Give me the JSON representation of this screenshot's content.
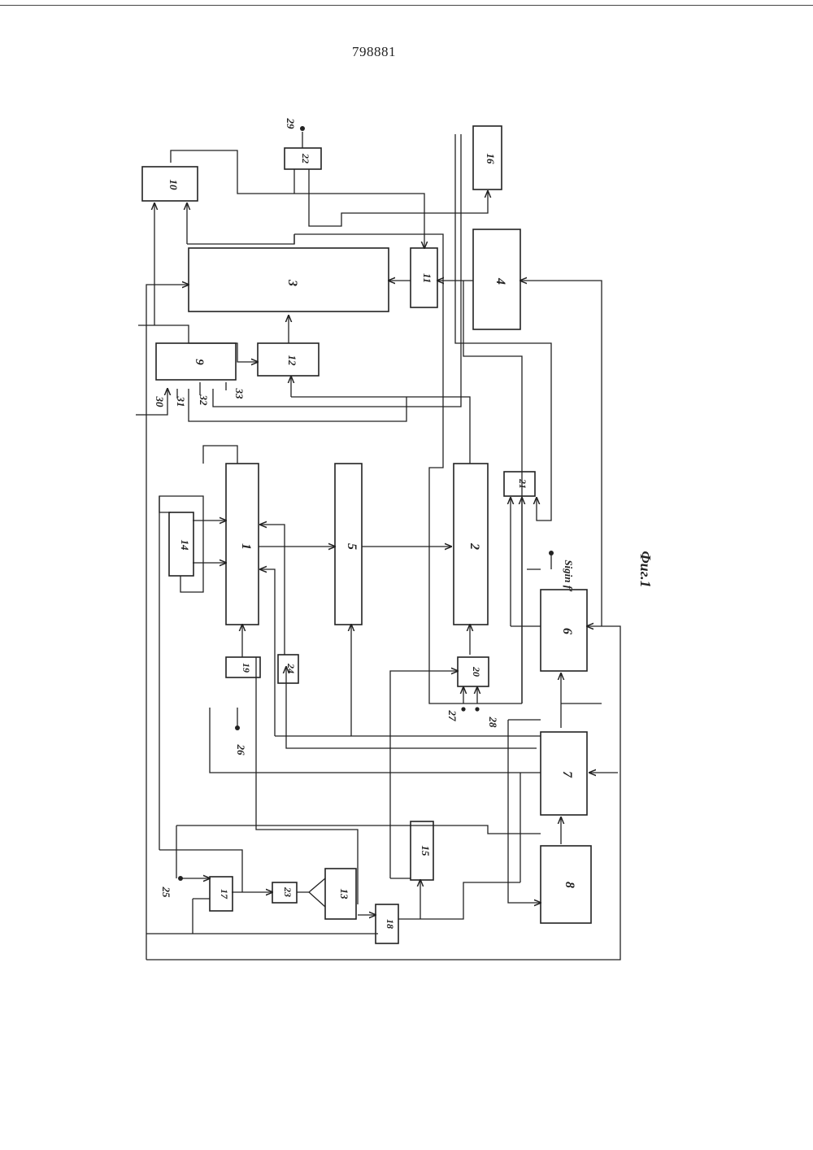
{
  "document": {
    "patent_number": "798881",
    "figure_caption": "Фиг.1",
    "signal_label": "Sigin f'"
  },
  "blocks": [
    {
      "id": "b1",
      "label": "1"
    },
    {
      "id": "b2",
      "label": "2"
    },
    {
      "id": "b3",
      "label": "3"
    },
    {
      "id": "b4",
      "label": "4"
    },
    {
      "id": "b5",
      "label": "5"
    },
    {
      "id": "b6",
      "label": "6"
    },
    {
      "id": "b7",
      "label": "7"
    },
    {
      "id": "b8",
      "label": "8"
    },
    {
      "id": "b9",
      "label": "9"
    },
    {
      "id": "b10",
      "label": "10"
    },
    {
      "id": "b11",
      "label": "11"
    },
    {
      "id": "b12",
      "label": "12"
    },
    {
      "id": "b13",
      "label": "13"
    },
    {
      "id": "b14",
      "label": "14"
    },
    {
      "id": "b15",
      "label": "15"
    },
    {
      "id": "b16",
      "label": "16"
    },
    {
      "id": "b17",
      "label": "17"
    },
    {
      "id": "b18",
      "label": "18"
    },
    {
      "id": "b19",
      "label": "19"
    },
    {
      "id": "b20",
      "label": "20"
    },
    {
      "id": "b21",
      "label": "21"
    },
    {
      "id": "b22",
      "label": "22"
    },
    {
      "id": "b23",
      "label": "23"
    },
    {
      "id": "b24",
      "label": "24"
    }
  ],
  "terminals": [
    {
      "id": "t25",
      "label": "25"
    },
    {
      "id": "t26",
      "label": "26"
    },
    {
      "id": "t27",
      "label": "27"
    },
    {
      "id": "t28",
      "label": "28"
    },
    {
      "id": "t29",
      "label": "29"
    },
    {
      "id": "t30",
      "label": "30"
    },
    {
      "id": "t31",
      "label": "31"
    },
    {
      "id": "t32",
      "label": "32"
    },
    {
      "id": "t33",
      "label": "33"
    }
  ]
}
